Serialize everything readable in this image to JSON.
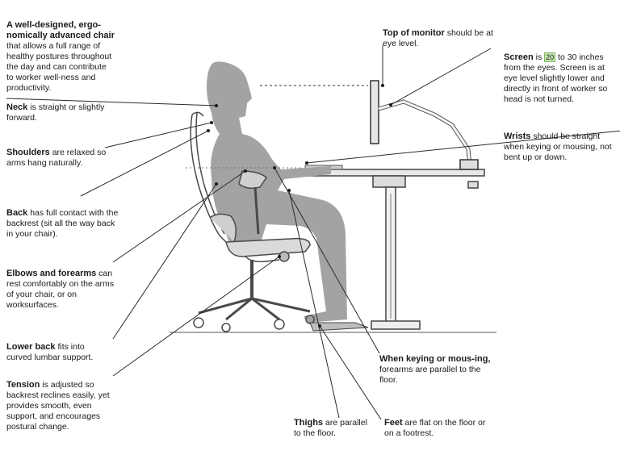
{
  "labels": {
    "chair": {
      "bold": "A well-designed, ergo-nomically advanced chair",
      "text": " that allows a full range of healthy postures throughout the day and can contribute to worker well-ness and productivity."
    },
    "neck": {
      "bold": "Neck",
      "text": " is straight or slightly forward."
    },
    "shoulders": {
      "bold": "Shoulders",
      "text": " are relaxed so arms hang naturally."
    },
    "back": {
      "bold": "Back",
      "text": " has full contact with the backrest (sit all the way back in your chair)."
    },
    "elbows": {
      "bold": "Elbows and forearms",
      "text": " can rest comfortably on the arms of your chair, or on worksurfaces."
    },
    "lowerback": {
      "bold": "Lower back",
      "text": " fits into curved lumbar support."
    },
    "tension": {
      "bold": "Tension",
      "text": " is adjusted so backrest reclines easily, yet provides smooth, even support, and encourages postural change."
    },
    "monitor": {
      "bold": "Top of monitor",
      "text": " should be at eye level."
    },
    "screen": {
      "bold": "Screen",
      "text_a": " is ",
      "highlight": "20",
      "text_b": " to 30 inches from the eyes. Screen is at eye level slightly lower and directly in front of worker so head is not turned."
    },
    "wrists": {
      "bold": "Wrists",
      "text": " should be straight when keying or mousing, not bent up or down."
    },
    "keying": {
      "bold": "When keying or mous-ing,",
      "text": " forearms are parallel to the floor."
    },
    "thighs": {
      "bold": "Thighs",
      "text": " are parallel to the floor."
    },
    "feet": {
      "bold": "Feet",
      "text": " are flat on the floor or on a footrest."
    }
  },
  "colors": {
    "figure": "#a3a3a3",
    "line": "#2a2a2a",
    "chair": "#555555"
  }
}
